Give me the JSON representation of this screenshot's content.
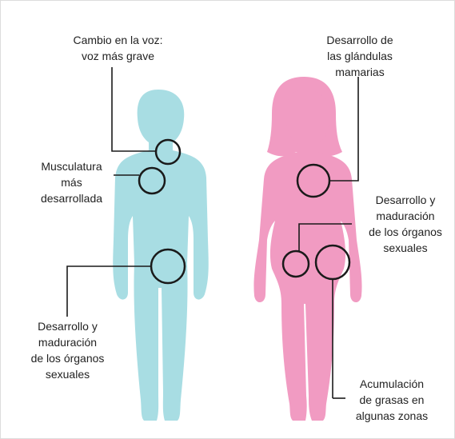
{
  "colors": {
    "male_body": "#a8dde3",
    "female_body": "#f19bc2",
    "marker_stroke": "#1a1a1a",
    "leader_line": "#1a1a1a",
    "text": "#222222"
  },
  "labels": {
    "male": {
      "voice": "Cambio en la voz:\nvoz más grave",
      "muscles": "Musculatura\nmás\ndesarrollada",
      "sexual_organs": "Desarrollo y\nmaduración\nde los órganos\nsexuales"
    },
    "female": {
      "mammary": "Desarrollo de\nlas glándulas\nmamarias",
      "sexual_organs": "Desarrollo y\nmaduración\nde los órganos\nsexuales",
      "fat": "Acumulación\nde grasas en\nalgunas zonas"
    }
  }
}
